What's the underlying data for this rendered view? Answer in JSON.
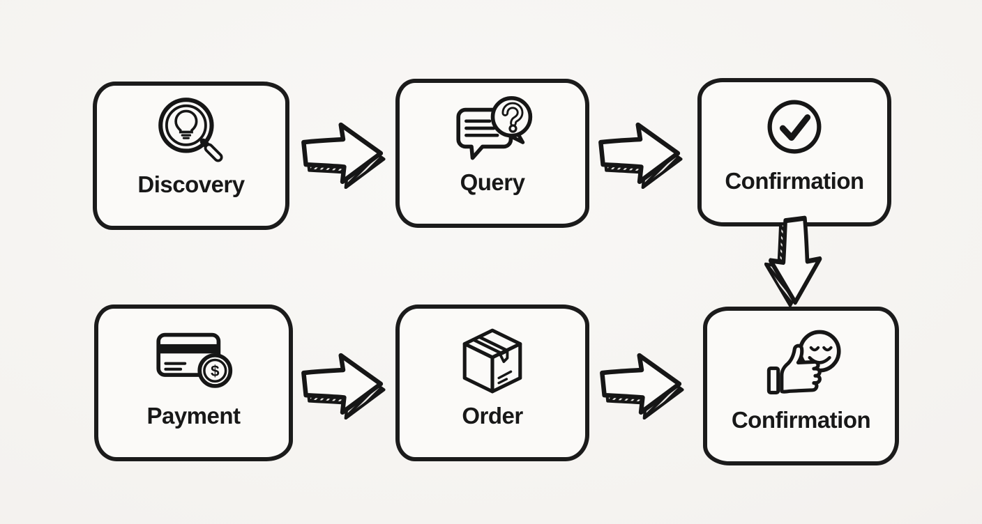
{
  "style": {
    "background": "#f4f2ef",
    "ink": "#1a1a1a",
    "box_fill": "#fbfaf8"
  },
  "diagram": {
    "type": "flowchart",
    "nodes": [
      {
        "id": "discovery",
        "label": "Discovery",
        "icon": "magnifier-lightbulb-icon"
      },
      {
        "id": "query",
        "label": "Query",
        "icon": "chat-question-icon"
      },
      {
        "id": "confirmation-top",
        "label": "Confirmation",
        "icon": "check-circle-icon"
      },
      {
        "id": "payment",
        "label": "Payment",
        "icon": "credit-card-dollar-icon"
      },
      {
        "id": "order",
        "label": "Order",
        "icon": "package-box-icon"
      },
      {
        "id": "confirmation-bottom",
        "label": "Confirmation",
        "icon": "thumbs-up-smiley-icon"
      }
    ],
    "connectors": [
      {
        "from": "discovery",
        "to": "query",
        "direction": "right"
      },
      {
        "from": "query",
        "to": "confirmation-top",
        "direction": "right"
      },
      {
        "from": "confirmation-top",
        "to": "confirmation-bottom",
        "direction": "down"
      },
      {
        "from": "payment",
        "to": "order",
        "direction": "right"
      },
      {
        "from": "order",
        "to": "confirmation-bottom",
        "direction": "right"
      }
    ]
  }
}
